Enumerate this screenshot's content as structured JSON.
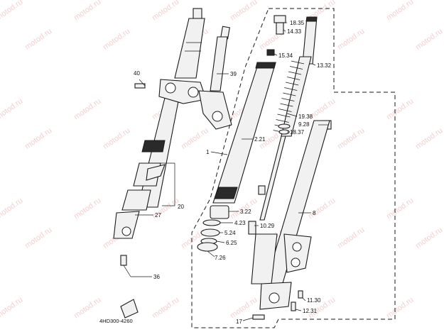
{
  "figure_code": "4HD300-4260",
  "watermark_text": "motod.ru",
  "colors": {
    "line": "#1a1a1a",
    "watermark": "#e9a9a9",
    "background": "#ffffff"
  },
  "callouts": {
    "c40": "40",
    "c39": "39",
    "c20": "20",
    "c27": "27",
    "c36": "36",
    "c1": "1",
    "c2_21": "2.21",
    "c18_35": "18.35",
    "c14_33": "14.33",
    "c15_34": "15.34",
    "c13_32": "13.32",
    "c19_38": "19.38",
    "c9_28": "9.28",
    "c18_37": "18.37",
    "c3_22": "3.22",
    "c4_23": "4.23",
    "c5_24": "5.24",
    "c6_25": "6.25",
    "c7_26": "7.26",
    "c10_29": "10.29",
    "c8": "8",
    "c11_30": "11.30",
    "c12_31": "12.31",
    "c17": "17"
  }
}
